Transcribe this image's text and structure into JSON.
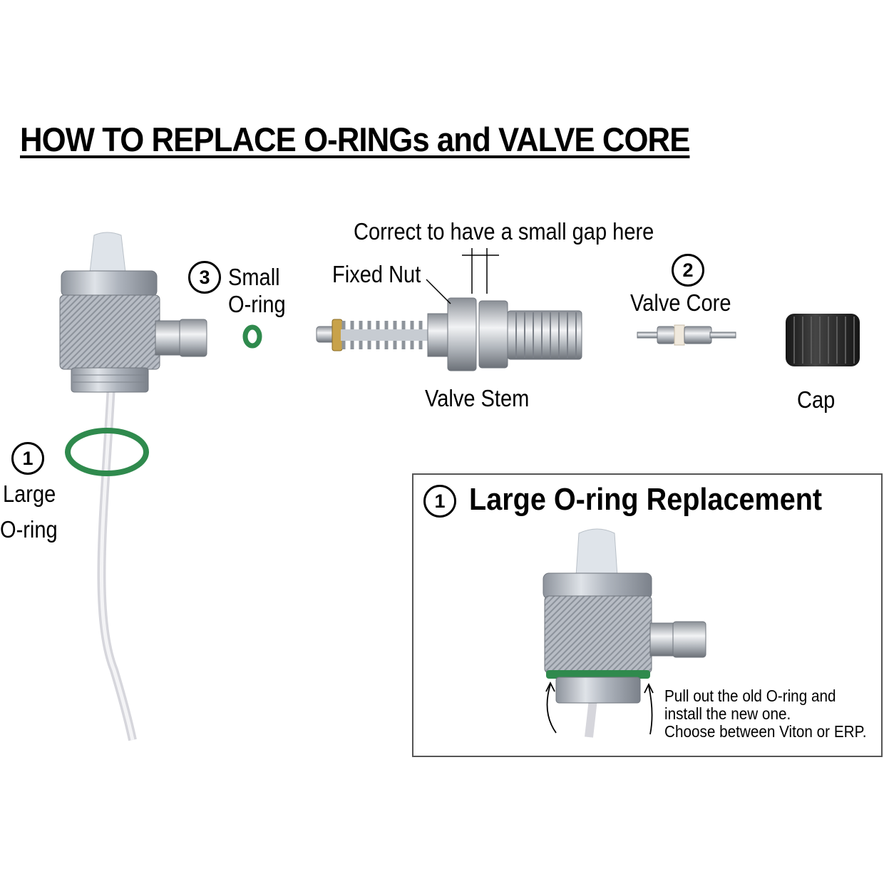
{
  "title": "HOW TO REPLACE O-RINGs and VALVE CORE",
  "labels": {
    "gap_note": "Correct to have a small gap here",
    "fixed_nut": "Fixed Nut",
    "valve_stem": "Valve Stem",
    "valve_core": "Valve Core",
    "cap": "Cap",
    "small_line1": "Small",
    "small_line2": "O-ring",
    "large_line1": "Large",
    "large_line2": "O-ring"
  },
  "steps": {
    "one": "1",
    "two": "2",
    "three": "3"
  },
  "panel": {
    "step": "1",
    "title": "Large O-ring Replacement",
    "note_lines": [
      "Pull out the old O-ring and",
      "install the new one.",
      "Choose between Viton or ERP."
    ]
  },
  "colors": {
    "oring": "#2f8a4d",
    "metal": "#b9bec6",
    "cap": "#2a2a2a",
    "tube": "#e6e6ea"
  }
}
